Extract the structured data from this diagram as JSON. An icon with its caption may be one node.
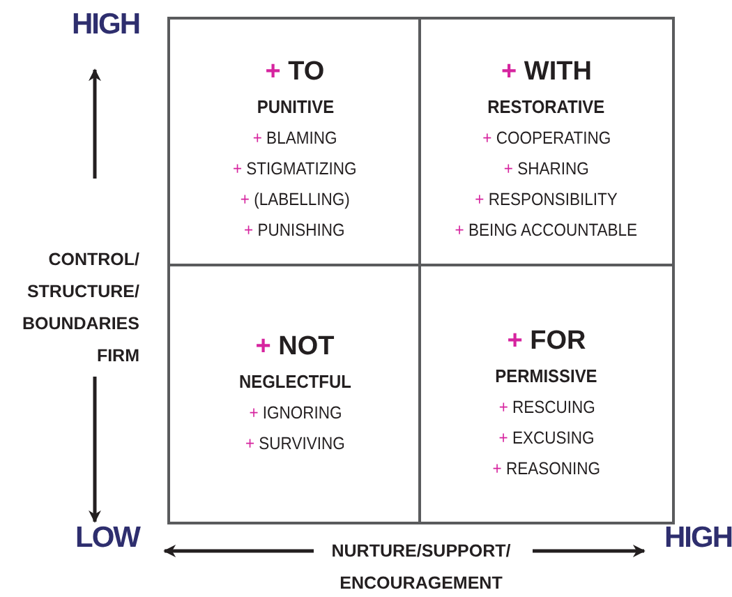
{
  "diagram": {
    "nodes": [
      {
        "text": [
          "+ TO",
          "PUNITIVE",
          "+ BLAMING",
          "+ STIGMATIZING",
          "+ (LABELLING)",
          "+ PUNISHING"
        ]
      },
      {
        "text": [
          "+ WITH",
          "RESTORATIVE",
          "+ COOPERATING",
          "+ SHARING",
          "+ RESPONSIBILITY",
          "+ BEING ACCOUNTABLE"
        ]
      },
      {
        "text": [
          "+ NOT",
          "NEGLECTFUL",
          "+ IGNORING",
          "+ SURVIVING"
        ]
      },
      {
        "text": [
          "+ FOR",
          "PERMISSIVE",
          "+ RESCUING",
          "+ EXCUSING",
          "+ REASONING"
        ]
      }
    ],
    "labels": [
      "HIGH",
      "CONTROL/ STRUCTURE/ BOUNDARIES FIRM",
      "LOW",
      "NURTURE/SUPPORT/ ENCOURAGEMENT",
      "HIGH"
    ]
  }
}
